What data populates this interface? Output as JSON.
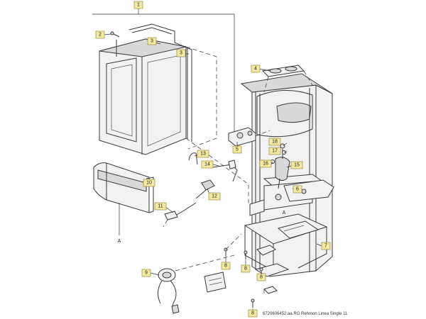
{
  "callouts": {
    "c1": "1",
    "c2": "2",
    "c3a": "3",
    "c3b": "3",
    "c4": "4",
    "c5": "5",
    "c6": "6",
    "c7": "7",
    "c8a": "8",
    "c8b": "8",
    "c8c": "8",
    "c8d": "8",
    "c9": "9",
    "c10": "10",
    "c11": "11",
    "c12": "12",
    "c13": "13",
    "c14": "14",
    "c15": "15",
    "c16": "16",
    "c17": "17",
    "c18": "18"
  },
  "labels": {
    "a_left": "A",
    "a_right": "A"
  },
  "reference": "6720606452.aa.RG Rehmon Linea Single 11"
}
